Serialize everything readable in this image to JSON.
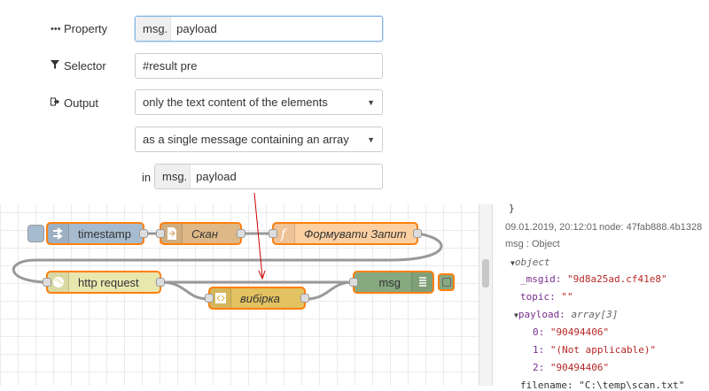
{
  "form": {
    "property": {
      "label": "Property",
      "icon": "ellipsis-icon",
      "type_label": "msg.",
      "value": "payload"
    },
    "selector": {
      "label": "Selector",
      "icon": "filter-icon",
      "value": "#result pre"
    },
    "output": {
      "label": "Output",
      "icon": "sign-out-icon",
      "content_select": "only the text content of the elements",
      "message_select": "as a single message containing an array",
      "in_label": "in",
      "target_type_label": "msg.",
      "target_value": "payload"
    }
  },
  "flow": {
    "nodes": [
      {
        "id": "timestamp",
        "label": "timestamp",
        "icon": "inject-icon",
        "color": "#a6bbcf"
      },
      {
        "id": "scan",
        "label": "Скан",
        "icon": "file-icon",
        "color": "#deb887"
      },
      {
        "id": "form",
        "label": "Формувати Запит",
        "icon": "function-icon",
        "color": "#fdd0a2"
      },
      {
        "id": "http",
        "label": "http request",
        "icon": "globe-icon",
        "color": "#e7e7ae"
      },
      {
        "id": "select",
        "label": "вибірка",
        "icon": "html-icon",
        "color": "#e2c261"
      },
      {
        "id": "msg",
        "label": "msg",
        "icon": "debug-icon",
        "color": "#87a980"
      }
    ],
    "annotation_color": "#cc0000"
  },
  "debug": {
    "top_fragment": "}",
    "timestamp": "09.01.2019, 20:12:01",
    "node": "node: 47fab888.4b1328",
    "type": "msg : Object",
    "object_label": "object",
    "msgid_key": "_msgid:",
    "msgid_val": "\"9d8a25ad.cf41e8\"",
    "topic_key": "topic:",
    "topic_val": "\"\"",
    "payload_key": "payload:",
    "payload_type": "array[3]",
    "items": [
      {
        "k": "0:",
        "v": "\"90494406\""
      },
      {
        "k": "1:",
        "v": "\"(Not applicable)\""
      },
      {
        "k": "2:",
        "v": "\"90494406\""
      }
    ],
    "cut_line": "filename: \"C:\\temp\\scan.txt\""
  }
}
